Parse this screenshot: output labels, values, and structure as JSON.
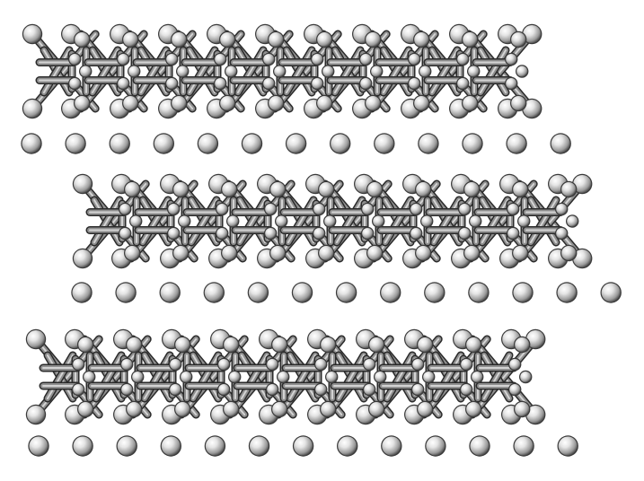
{
  "figure": {
    "kind": "layered crystal structure",
    "background": "#ffffff",
    "bond_color": "#8f8f8f",
    "bond_highlight": "#e6e6e6",
    "bond_outline": "#2a2a2a",
    "atom_color": "#d8d8d8",
    "atom_highlight": "#ffffff",
    "atom_shadow": "#3a3a3a"
  },
  "layers": [
    {
      "id": "layer-1",
      "framework_units": 10,
      "interlayer_atoms": 13
    },
    {
      "id": "layer-2",
      "framework_units": 10,
      "interlayer_atoms": 13
    },
    {
      "id": "layer-3",
      "framework_units": 10,
      "interlayer_atoms": 13
    }
  ]
}
